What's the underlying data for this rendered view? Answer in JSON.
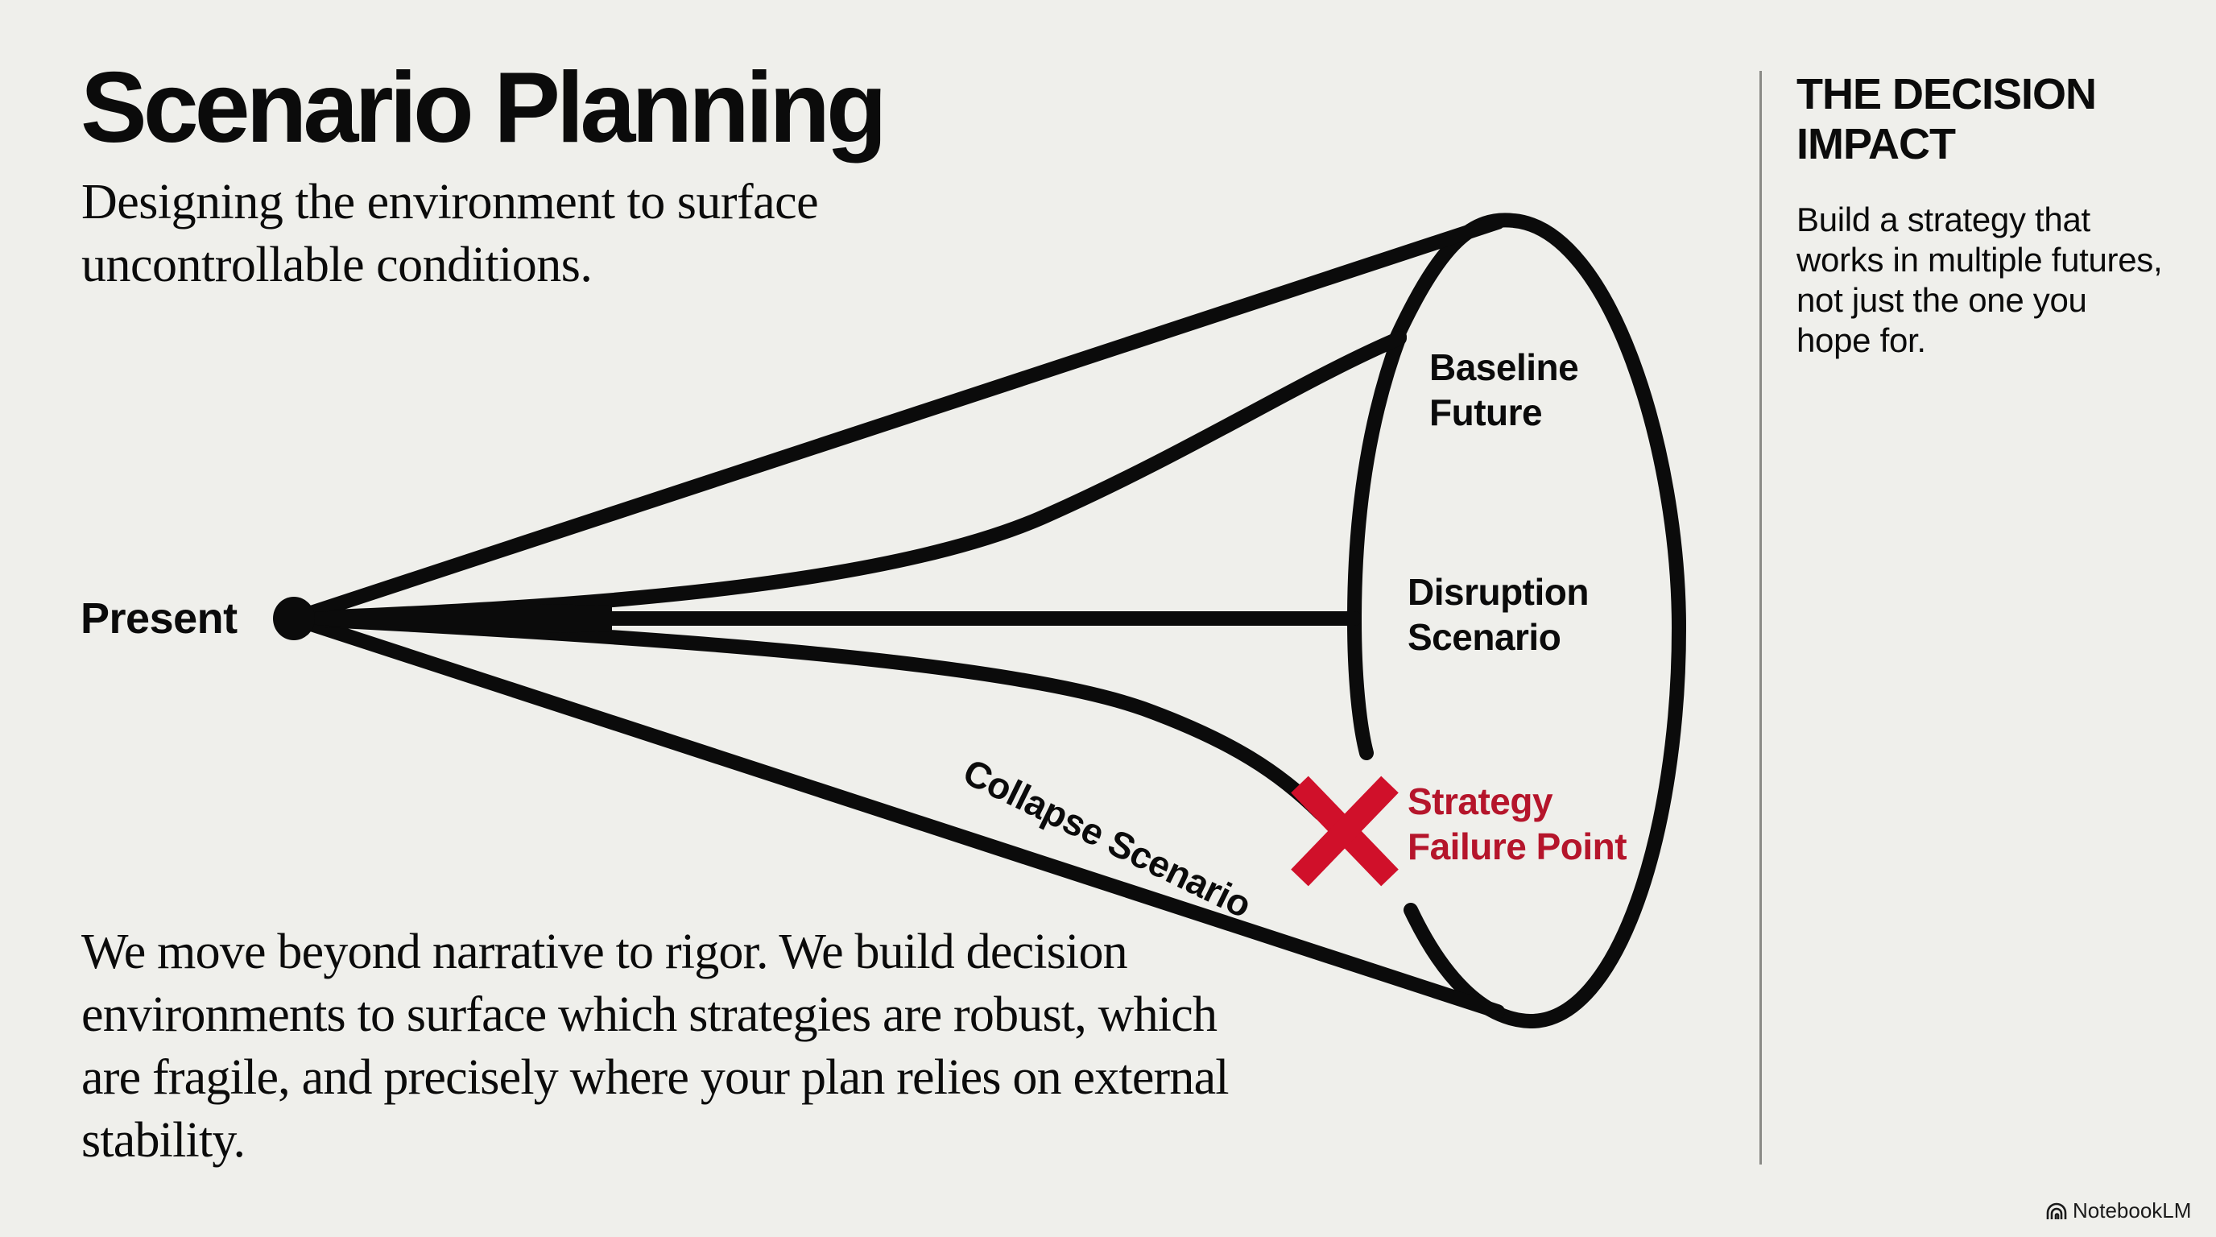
{
  "slide": {
    "title": "Scenario Planning",
    "subtitle": "Designing the environment to surface uncontrollable conditions.",
    "body": "We move beyond narrative to rigor. We build decision environments to surface which strategies are robust, which are fragile, and precisely where your plan relies on external stability."
  },
  "diagram": {
    "origin_label": "Present",
    "paths": [
      {
        "label": "Baseline Future"
      },
      {
        "label": "Disruption Scenario"
      },
      {
        "label": "Collapse Scenario"
      }
    ],
    "failure_marker": {
      "icon": "x-mark-icon",
      "label": "Strategy Failure Point",
      "color": "#d0102a"
    }
  },
  "sidebar": {
    "title": "THE DECISION IMPACT",
    "body": "Build a strategy that works in multiple futures, not just the one you hope for."
  },
  "branding": {
    "label": "NotebookLM",
    "icon": "notebooklm-logo-icon"
  },
  "colors": {
    "background": "#efefeb",
    "ink": "#0b0b0b",
    "accent_red": "#d0102a",
    "accent_red_text": "#b5152b",
    "divider": "#8a8a86"
  }
}
